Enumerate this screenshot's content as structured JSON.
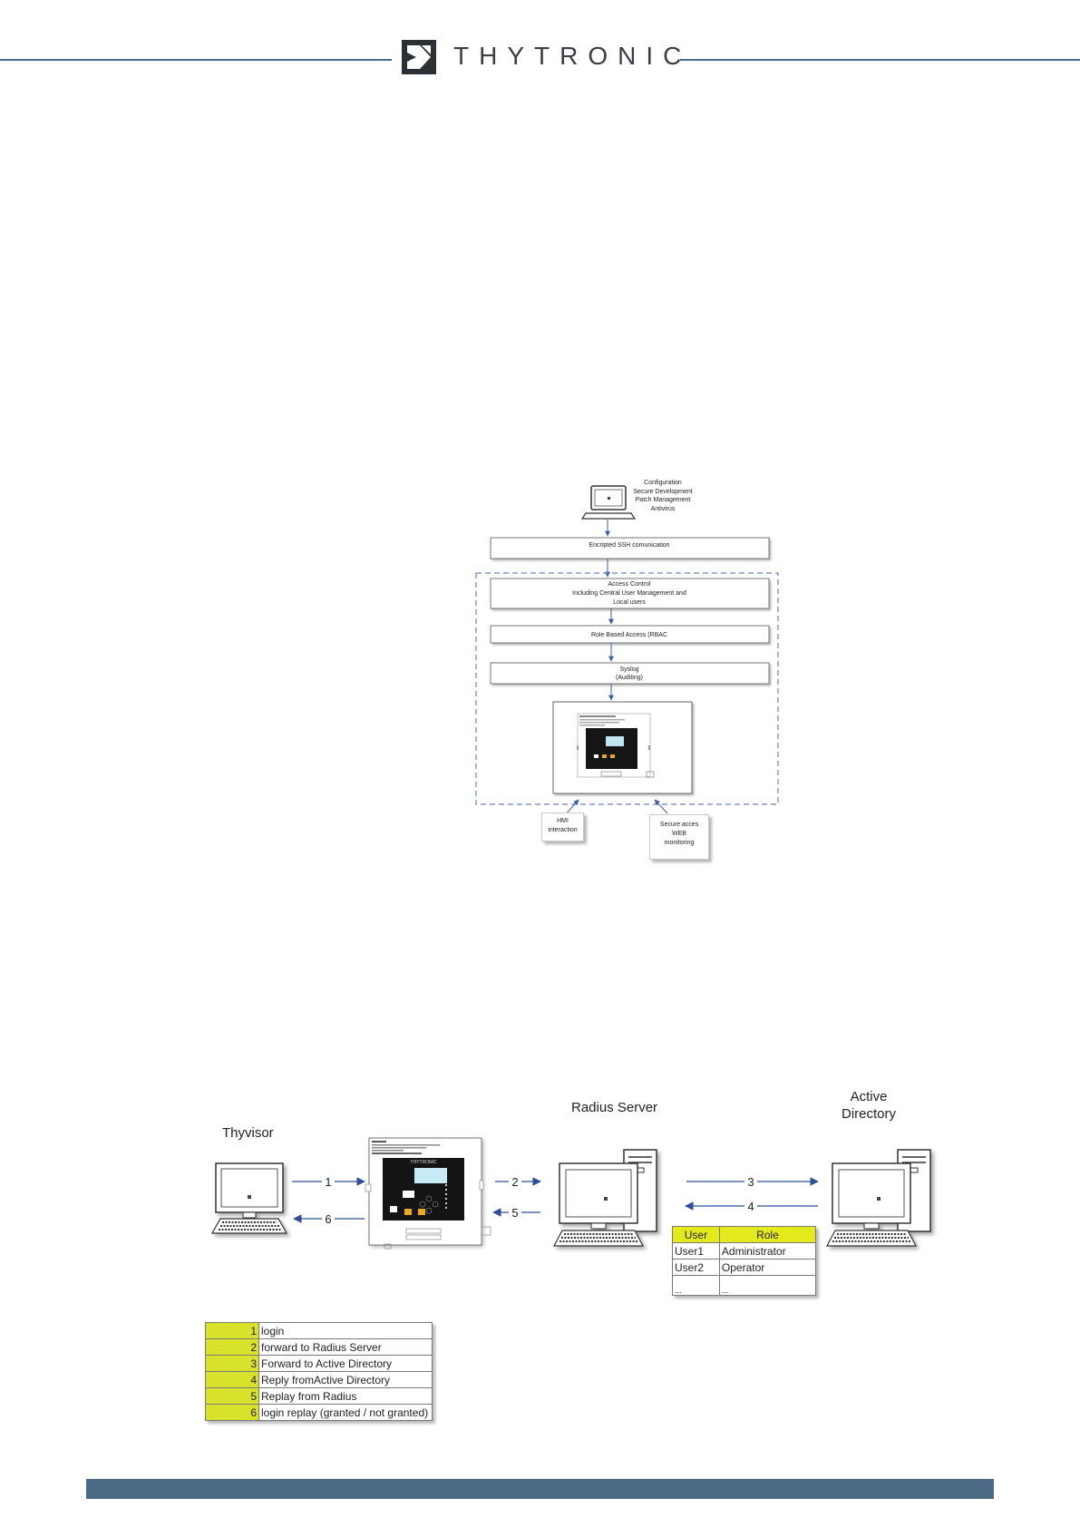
{
  "header": {
    "brand": "THYTRONIC"
  },
  "security_diagram": {
    "laptop_notes": [
      "Configuration",
      "Secure Development",
      "Patch Management",
      "Antivirus"
    ],
    "ssh_box": "Encripted SSH comunication",
    "access_control_lines": [
      "Access Control",
      "Including Central User Management and",
      "Local users"
    ],
    "rbac_box": "Role Based Access (RBAC",
    "syslog_lines": [
      "Syslog",
      "(Auditing)"
    ],
    "hmi_lines": [
      "HMI",
      "interaction"
    ],
    "web_lines": [
      "Secure acces",
      "WEB",
      "monitoring"
    ]
  },
  "radius_diagram": {
    "thyvisor_label": "Thyvisor",
    "radius_label": "Radius Server",
    "ad_label_lines": [
      "Active",
      "Directory"
    ],
    "device_brand": "THYTRONIC",
    "arrow_numbers": [
      "1",
      "2",
      "3",
      "4",
      "5",
      "6"
    ],
    "role_table": {
      "headers": [
        "User",
        "Role"
      ],
      "rows": [
        [
          "User1",
          "Administrator"
        ],
        [
          "User2",
          "Operator"
        ],
        [
          "...",
          "..."
        ]
      ]
    },
    "steps_table": [
      {
        "num": "1",
        "text": "login"
      },
      {
        "num": "2",
        "text": "forward to Radius Server"
      },
      {
        "num": "3",
        "text": "Forward to Active Directory"
      },
      {
        "num": "4",
        "text": "Reply fromActive Directory"
      },
      {
        "num": "5",
        "text": "Replay from Radius"
      },
      {
        "num": "6",
        "text": "login replay (granted / not granted)"
      }
    ]
  }
}
